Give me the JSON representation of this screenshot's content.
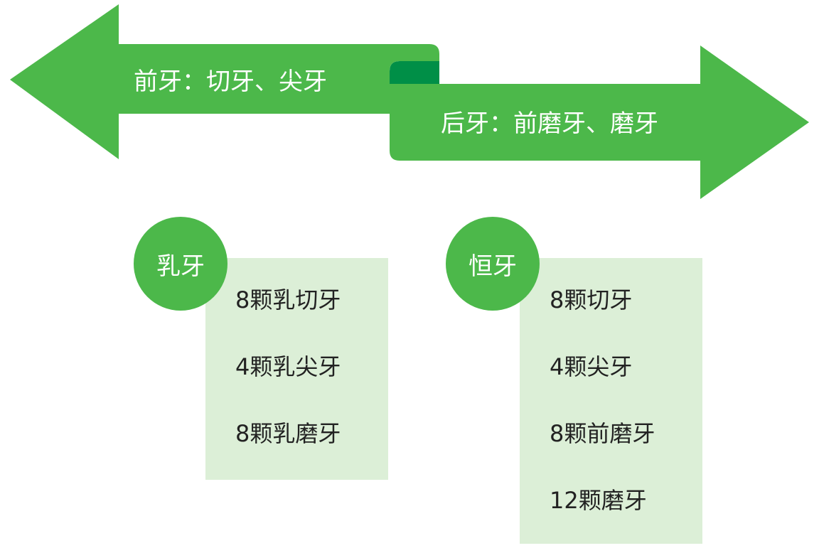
{
  "colors": {
    "arrow_green": "#4cb84a",
    "fold_dark_green": "#008f47",
    "panel_light_green": "#dcefd7",
    "circle_green": "#4cb84a",
    "text_white": "#ffffff",
    "text_dark": "#222222"
  },
  "arrows": {
    "front": {
      "label": "前牙：切牙、尖牙"
    },
    "back": {
      "label": "后牙：前磨牙、磨牙"
    }
  },
  "groups": [
    {
      "title": "乳牙",
      "items": [
        "8颗乳切牙",
        "4颗乳尖牙",
        "8颗乳磨牙"
      ]
    },
    {
      "title": "恒牙",
      "items": [
        "8颗切牙",
        "4颗尖牙",
        "8颗前磨牙",
        "12颗磨牙"
      ]
    }
  ]
}
